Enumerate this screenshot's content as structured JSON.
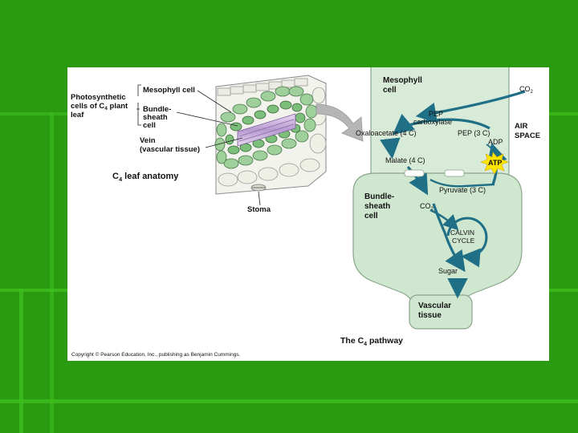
{
  "colors": {
    "slide_green": "#2a9a10",
    "stripe_green": "#3fbf1e",
    "cell_fill": "#d8ead8",
    "arrow_teal": "#1f6f86",
    "atp_star": "#ffe600"
  },
  "anatomy": {
    "label_photosynthetic_1": "Photosynthetic",
    "label_photosynthetic_2": "cells of C",
    "label_photosynthetic_sub": "4",
    "label_photosynthetic_3": " plant",
    "label_photosynthetic_4": "leaf",
    "label_mesophyll": "Mesophyll cell",
    "label_bundle_1": "Bundle-",
    "label_bundle_2": "sheath",
    "label_bundle_3": "cell",
    "label_vein_1": "Vein",
    "label_vein_2": "(vascular tissue)",
    "title_prefix": "C",
    "title_sub": "4",
    "title_suffix": " leaf anatomy",
    "label_stoma": "Stoma"
  },
  "pathway": {
    "mesophyll_1": "Mesophyll",
    "mesophyll_2": "cell",
    "co2_top": "CO",
    "co2_top_sub": "2",
    "pep_carboxylase_1": "PEP",
    "pep_carboxylase_2": "carboxylase",
    "air_space_1": "AIR",
    "air_space_2": "SPACE",
    "oxaloacetate": "Oxaloacetate (4 C)",
    "pep_3c": "PEP (3 C)",
    "adp": "ADP",
    "malate": "Malate (4 C)",
    "atp": "ATP",
    "pyruvate": "Pyruvate (3 C)",
    "bundle_1": "Bundle-",
    "bundle_2": "sheath",
    "bundle_3": "cell",
    "co2_inner": "CO",
    "co2_inner_sub": "2",
    "calvin_1": "CALVIN",
    "calvin_2": "CYCLE",
    "sugar": "Sugar",
    "vascular_1": "Vascular",
    "vascular_2": "tissue",
    "title_prefix": "The C",
    "title_sub": "4",
    "title_suffix": " pathway"
  },
  "copyright": "Copyright © Pearson Education, Inc., publishing as Benjamin Cummings."
}
